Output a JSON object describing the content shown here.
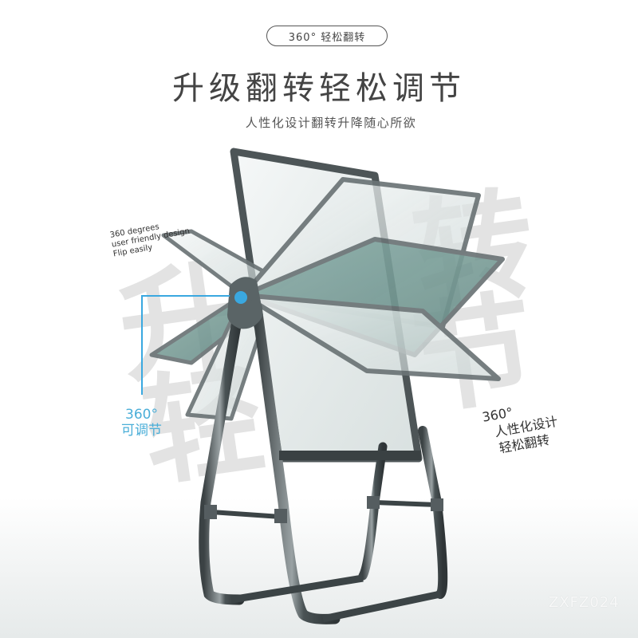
{
  "badge": {
    "label": "360° 轻松翻转"
  },
  "header": {
    "title": "升级翻转轻松调节",
    "subtitle": "人性化设计翻转升降随心所欲"
  },
  "background_chars": {
    "left_top": "升",
    "left_bottom": "轻",
    "right_top": "转",
    "right_bottom": "节"
  },
  "english_tag": {
    "line1": "360 degrees",
    "line2": "user friendly design",
    "line3": "Flip easily"
  },
  "left_callout": {
    "line1": "360°",
    "line2": "可调节"
  },
  "right_callout": {
    "line1": "360°",
    "line2": "人性化设计",
    "line3": "轻松翻转"
  },
  "watermark": "ZXFZ024",
  "colors": {
    "accent_blue": "#3aa8e0",
    "frame_gray": "#5a6466",
    "board_teal": "#6f9690",
    "board_glass": "#dfe6e5",
    "text_dark": "#444444"
  }
}
